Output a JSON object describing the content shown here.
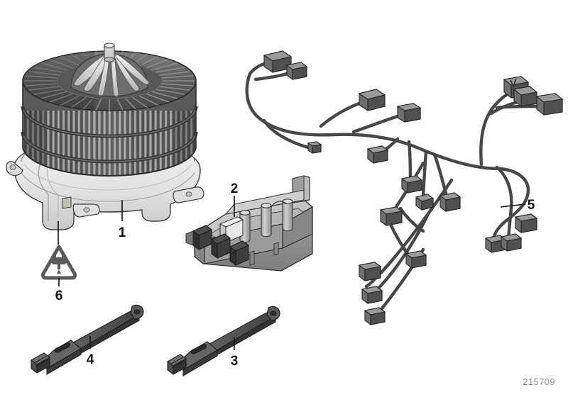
{
  "diagram": {
    "title": "Blower motor / heater blower assembly exploded parts diagram",
    "background_color": "#ffffff",
    "part_number": "215709",
    "part_number_color": "#8a8a8a"
  },
  "callouts": [
    {
      "id": "1",
      "label": "1",
      "part": "blower-motor-assembly",
      "description": "Blower motor with squirrel-cage fan and housing"
    },
    {
      "id": "2",
      "label": "2",
      "part": "blower-regulator-module",
      "description": "Blower final stage / resistor control module"
    },
    {
      "id": "3",
      "label": "3",
      "part": "mounting-strap-right",
      "description": "Metal mounting strap / bracket"
    },
    {
      "id": "4",
      "label": "4",
      "part": "mounting-strap-left",
      "description": "Metal mounting strap / bracket"
    },
    {
      "id": "5",
      "label": "5",
      "part": "wiring-harness",
      "description": "Wiring harness with multiple connectors"
    },
    {
      "id": "6",
      "label": "6",
      "part": "electrical-warning-symbol",
      "description": "Electrical plug warning triangle symbol"
    }
  ],
  "colors": {
    "outline": "#2b2b2b",
    "fan_dark": "#575757",
    "fan_mid": "#6e6e6e",
    "fan_light": "#9a9a9a",
    "hub_light": "#e2e2e2",
    "housing_light": "#e7e7e7",
    "housing_mid": "#cfcfcf",
    "module_light": "#c9c9c9",
    "module_mid": "#a8a8a8",
    "module_dark": "#3a3a3a",
    "strap_dark": "#4b4b4b",
    "strap_mid": "#5f5f5f",
    "cable": "#4a4a4a",
    "connector_light": "#8e8e8e",
    "connector_dark": "#3f3f3f",
    "warning_symbol": "#5a5a5a"
  }
}
